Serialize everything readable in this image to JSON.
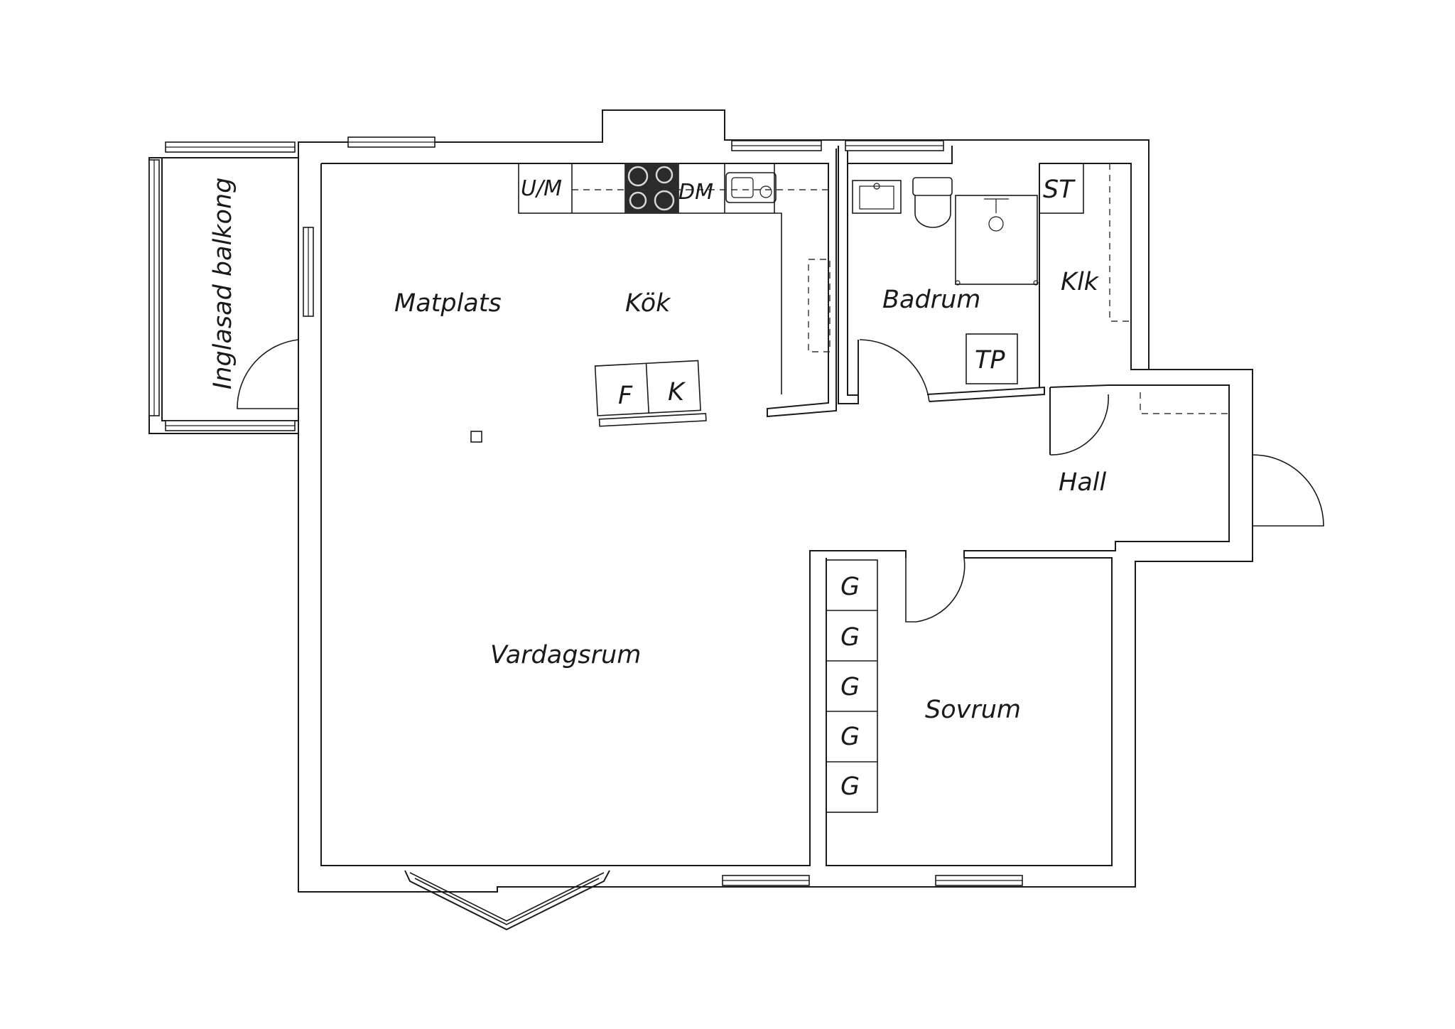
{
  "rooms": {
    "balcony": "Inglasad balkong",
    "dining": "Matplats",
    "kitchen": "Kök",
    "bathroom": "Badrum",
    "closet": "Klk",
    "hall": "Hall",
    "living": "Vardagsrum",
    "bedroom": "Sovrum"
  },
  "fixtures": {
    "fridge_freezer": "U/M",
    "dishwasher": "DM",
    "fridge": "F",
    "freezer": "K",
    "storage": "ST",
    "washer_dryer": "TP",
    "wardrobe": [
      "G",
      "G",
      "G",
      "G",
      "G"
    ]
  }
}
